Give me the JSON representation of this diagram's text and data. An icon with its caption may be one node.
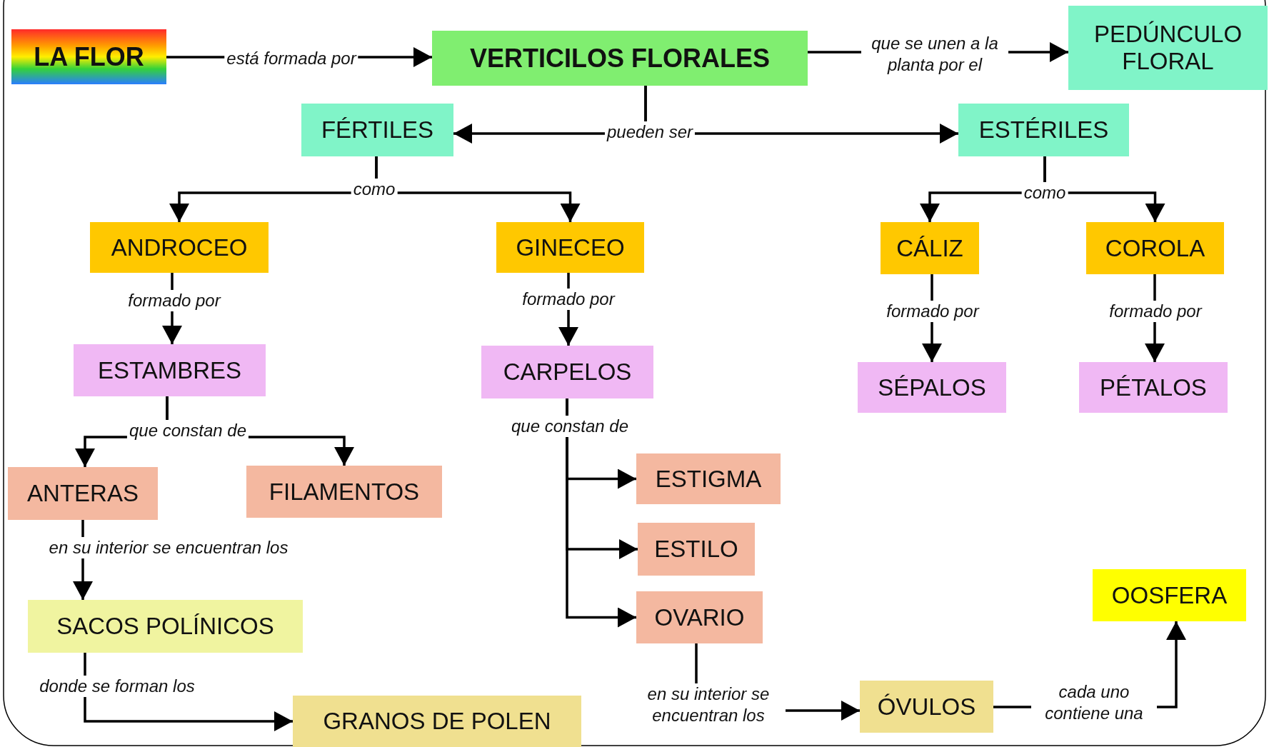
{
  "diagram": {
    "nodes": [
      {
        "text": [
          "LA FLOR"
        ]
      },
      {
        "text": [
          "VERTICILOS FLORALES"
        ]
      },
      {
        "text": [
          "PEDÚNCULO FLORAL"
        ]
      },
      {
        "text": [
          "FÉRTILES"
        ]
      },
      {
        "text": [
          "ESTÉRILES"
        ]
      },
      {
        "text": [
          "ANDROCEO"
        ]
      },
      {
        "text": [
          "GINECEO"
        ]
      },
      {
        "text": [
          "CÁLIZ"
        ]
      },
      {
        "text": [
          "COROLA"
        ]
      },
      {
        "text": [
          "ESTAMBRES"
        ]
      },
      {
        "text": [
          "CARPELOS"
        ]
      },
      {
        "text": [
          "SÉPALOS"
        ]
      },
      {
        "text": [
          "PÉTALOS"
        ]
      },
      {
        "text": [
          "ANTERAS"
        ]
      },
      {
        "text": [
          "FILAMENTOS"
        ]
      },
      {
        "text": [
          "ESTIGMA"
        ]
      },
      {
        "text": [
          "ESTILO"
        ]
      },
      {
        "text": [
          "OVARIO"
        ]
      },
      {
        "text": [
          "SACOS POLÍNICOS"
        ]
      },
      {
        "text": [
          "GRANOS DE POLEN"
        ]
      },
      {
        "text": [
          "ÓVULOS"
        ]
      },
      {
        "text": [
          "OOSFERA"
        ]
      }
    ],
    "edges": [
      {
        "from": 0,
        "to": 1,
        "arrow": "to",
        "label": "está formada por"
      },
      {
        "from": 1,
        "to": 2,
        "arrow": "to",
        "label": "que se unen a la planta por el"
      },
      {
        "from": 1,
        "to": 3,
        "arrow": "to",
        "label": "pueden ser"
      },
      {
        "from": 1,
        "to": 4,
        "arrow": "to"
      },
      {
        "from": 3,
        "to": 5,
        "arrow": "to",
        "label": "como"
      },
      {
        "from": 3,
        "to": 6,
        "arrow": "to"
      },
      {
        "from": 4,
        "to": 7,
        "arrow": "to",
        "label": "como"
      },
      {
        "from": 4,
        "to": 8,
        "arrow": "to"
      },
      {
        "from": 5,
        "to": 9,
        "arrow": "to",
        "label": "formado por"
      },
      {
        "from": 6,
        "to": 10,
        "arrow": "to",
        "label": "formado por"
      },
      {
        "from": 7,
        "to": 11,
        "arrow": "to",
        "label": "formado por"
      },
      {
        "from": 8,
        "to": 12,
        "arrow": "to",
        "label": "formado por"
      },
      {
        "from": 9,
        "to": 13,
        "arrow": "to",
        "label": "que constan de"
      },
      {
        "from": 9,
        "to": 14,
        "arrow": "to"
      },
      {
        "from": 10,
        "to": 15,
        "arrow": "to",
        "label": "que constan de"
      },
      {
        "from": 10,
        "to": 16,
        "arrow": "to"
      },
      {
        "from": 10,
        "to": 17,
        "arrow": "to"
      },
      {
        "from": 13,
        "to": 18,
        "arrow": "to",
        "label": "en su interior se encuentran los"
      },
      {
        "from": 18,
        "to": 19,
        "arrow": "to",
        "label": "donde se forman los"
      },
      {
        "from": 17,
        "to": 20,
        "arrow": "to",
        "label": "en su interior se encuentran los"
      },
      {
        "from": 20,
        "to": 21,
        "arrow": "to",
        "label": "cada uno contiene una"
      }
    ]
  }
}
